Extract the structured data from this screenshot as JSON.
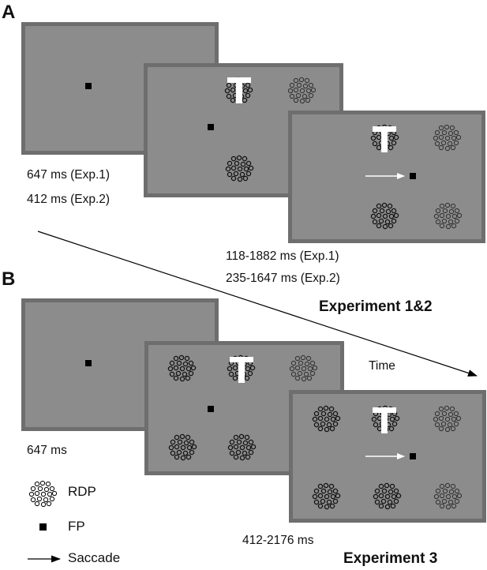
{
  "panels": {
    "A": {
      "letter": "A",
      "timing_left": [
        "647 ms (Exp.1)",
        "412 ms (Exp.2)"
      ],
      "timing_bottom": [
        "118-1882 ms (Exp.1)",
        "235-1647 ms (Exp.2)"
      ],
      "experiment": "Experiment 1&2"
    },
    "B": {
      "letter": "B",
      "timing_left": "647 ms",
      "timing_bottom": "412-2176 ms",
      "experiment": "Experiment 3"
    }
  },
  "time_label": "Time",
  "target_letter": "T",
  "legend": {
    "rdp": "RDP",
    "fp": "FP",
    "saccade": "Saccade"
  },
  "colors": {
    "screen_fill": "#8c8c8c",
    "screen_border": "#6e6e6e",
    "target": "#ffffff",
    "fixation": "#000000"
  }
}
